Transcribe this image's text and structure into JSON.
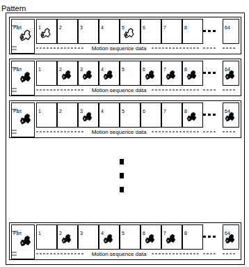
{
  "diagram": {
    "nodes": [
      {
        "text": [
          "Pattern"
        ]
      },
      {
        "text": [
          "Motion sequence data"
        ],
        "in": 0
      },
      {
        "text": [
          "Part"
        ],
        "in": 1
      },
      {
        "text": [
          "1"
        ],
        "in": 1
      },
      {
        "text": [
          "2"
        ],
        "in": 1
      },
      {
        "text": [
          "3"
        ],
        "in": 1
      },
      {
        "text": [
          "4"
        ],
        "in": 1
      },
      {
        "text": [
          "5"
        ],
        "in": 1
      },
      {
        "text": [
          "6"
        ],
        "in": 1
      },
      {
        "text": [
          "7"
        ],
        "in": 1
      },
      {
        "text": [
          "8"
        ],
        "in": 1
      },
      {
        "text": [
          "64"
        ],
        "in": 1
      },
      {
        "text": [
          "Motion sequence data"
        ],
        "in": 0
      },
      {
        "text": [
          "Part"
        ],
        "in": 12
      },
      {
        "text": [
          "1"
        ],
        "in": 12
      },
      {
        "text": [
          "2"
        ],
        "in": 12
      },
      {
        "text": [
          "3"
        ],
        "in": 12
      },
      {
        "text": [
          "4"
        ],
        "in": 12
      },
      {
        "text": [
          "5"
        ],
        "in": 12
      },
      {
        "text": [
          "6"
        ],
        "in": 12
      },
      {
        "text": [
          "7"
        ],
        "in": 12
      },
      {
        "text": [
          "8"
        ],
        "in": 12
      },
      {
        "text": [
          "64"
        ],
        "in": 12
      },
      {
        "text": [
          "Motion sequence data"
        ],
        "in": 0
      },
      {
        "text": [
          "Part"
        ],
        "in": 23
      },
      {
        "text": [
          "1"
        ],
        "in": 23
      },
      {
        "text": [
          "2"
        ],
        "in": 23
      },
      {
        "text": [
          "3"
        ],
        "in": 23
      },
      {
        "text": [
          "4"
        ],
        "in": 23
      },
      {
        "text": [
          "5"
        ],
        "in": 23
      },
      {
        "text": [
          "6"
        ],
        "in": 23
      },
      {
        "text": [
          "7"
        ],
        "in": 23
      },
      {
        "text": [
          "8"
        ],
        "in": 23
      },
      {
        "text": [
          "64"
        ],
        "in": 23
      },
      {
        "text": [
          "Motion sequence data"
        ],
        "in": 0
      },
      {
        "text": [
          "Part"
        ],
        "in": 34
      },
      {
        "text": [
          "1"
        ],
        "in": 34
      },
      {
        "text": [
          "2"
        ],
        "in": 34
      },
      {
        "text": [
          "3"
        ],
        "in": 34
      },
      {
        "text": [
          "4"
        ],
        "in": 34
      },
      {
        "text": [
          "5"
        ],
        "in": 34
      },
      {
        "text": [
          "6"
        ],
        "in": 34
      },
      {
        "text": [
          "7"
        ],
        "in": 34
      },
      {
        "text": [
          "8"
        ],
        "in": 34
      },
      {
        "text": [
          "64"
        ],
        "in": 34
      }
    ]
  }
}
